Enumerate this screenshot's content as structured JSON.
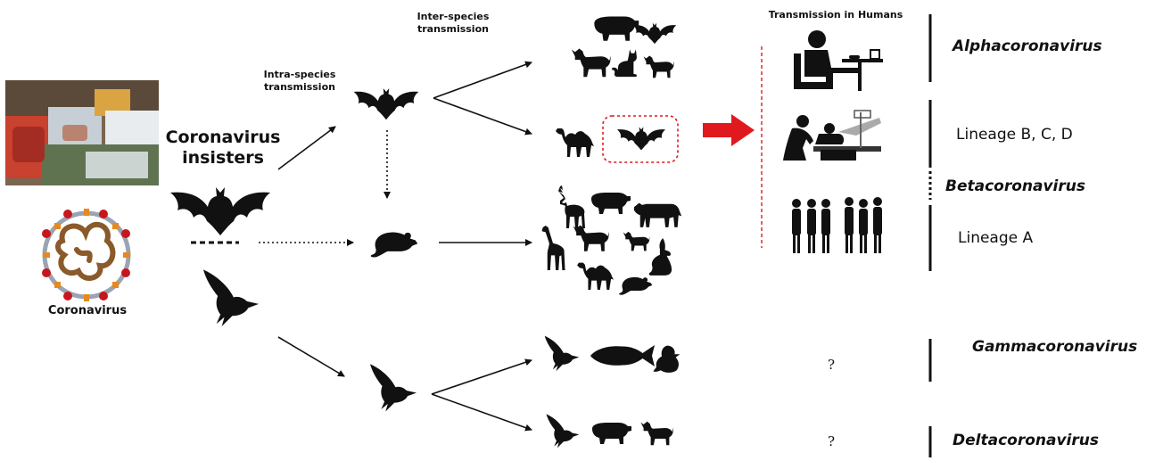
{
  "labels": {
    "inter_species": [
      "Inter-species",
      "transmission"
    ],
    "intra_species": [
      "Intra-species",
      "transmission"
    ],
    "transmission_humans": "Transmission in Humans",
    "coronavirus_insisters": [
      "Coronavirus",
      "insisters"
    ],
    "coronavirus": "Coronavirus"
  },
  "genera": {
    "alpha": "Alphacoronavirus",
    "beta": "Betacoronavirus",
    "gamma": "Gammacoronavirus",
    "delta": "Deltacoronavirus"
  },
  "lineages": {
    "bcd": "Lineage B, C, D",
    "a": "Lineage A"
  },
  "unknowns": [
    "?",
    "?"
  ],
  "colors": {
    "silhouette": "#111111",
    "highlight": "#e0191f",
    "virus_envelope": "#9aa4b3",
    "virus_rna": "#8a5a2b",
    "virus_spike": "#e58a1f",
    "virus_spike_red": "#c8161d"
  },
  "icons": {
    "market_photo": "wet-market-photo",
    "virus": "coronavirus-icon",
    "bat": "bat-icon",
    "bird": "bird-icon",
    "rodent": "rodent-icon",
    "human_dining": "dining-person-icon",
    "human_hospital": "hospital-patient-icon",
    "human_crowd": "people-group-icon"
  }
}
